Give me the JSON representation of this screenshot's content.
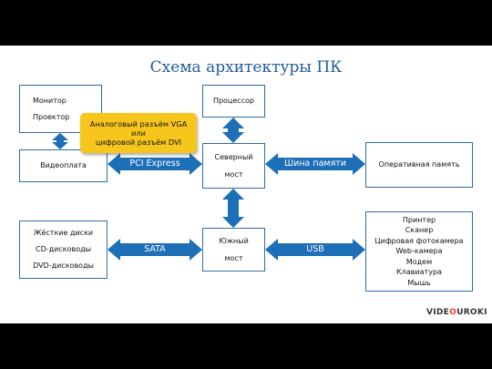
{
  "title": "Схема архитектуры ПК",
  "boxes": {
    "monitor_projector": [
      "Монитор",
      "Проектор"
    ],
    "videocard": "Видеоплата",
    "processor": "Процессор",
    "north_bridge": [
      "Северный",
      "мост"
    ],
    "ram": "Оперативная память",
    "storage": [
      "Жёсткие диски",
      "CD-дисководы",
      "DVD-дисководы"
    ],
    "south_bridge": [
      "Южный",
      "мост"
    ],
    "peripherals": [
      "Принтер",
      "Сканер",
      "Цифровая фотокамера",
      "Web-камера",
      "Модем",
      "Клавиатура",
      "Мышь"
    ]
  },
  "arrows": {
    "pci_express": "PCI Express",
    "memory_bus": "Шина памяти",
    "sata": "SATA",
    "usb": "USB"
  },
  "callout": [
    "Аналоговый разъём VGA",
    "или",
    "цифровой разъём DVI"
  ],
  "logo": {
    "prefix": "VIDE",
    "accent": "O",
    "suffix": "UROKI"
  },
  "colors": {
    "title": "#1f5b9e",
    "arrow": "#1d6fb8",
    "box_border": "#2f6ea5",
    "callout": "#f6c61c",
    "background": "#000000"
  }
}
